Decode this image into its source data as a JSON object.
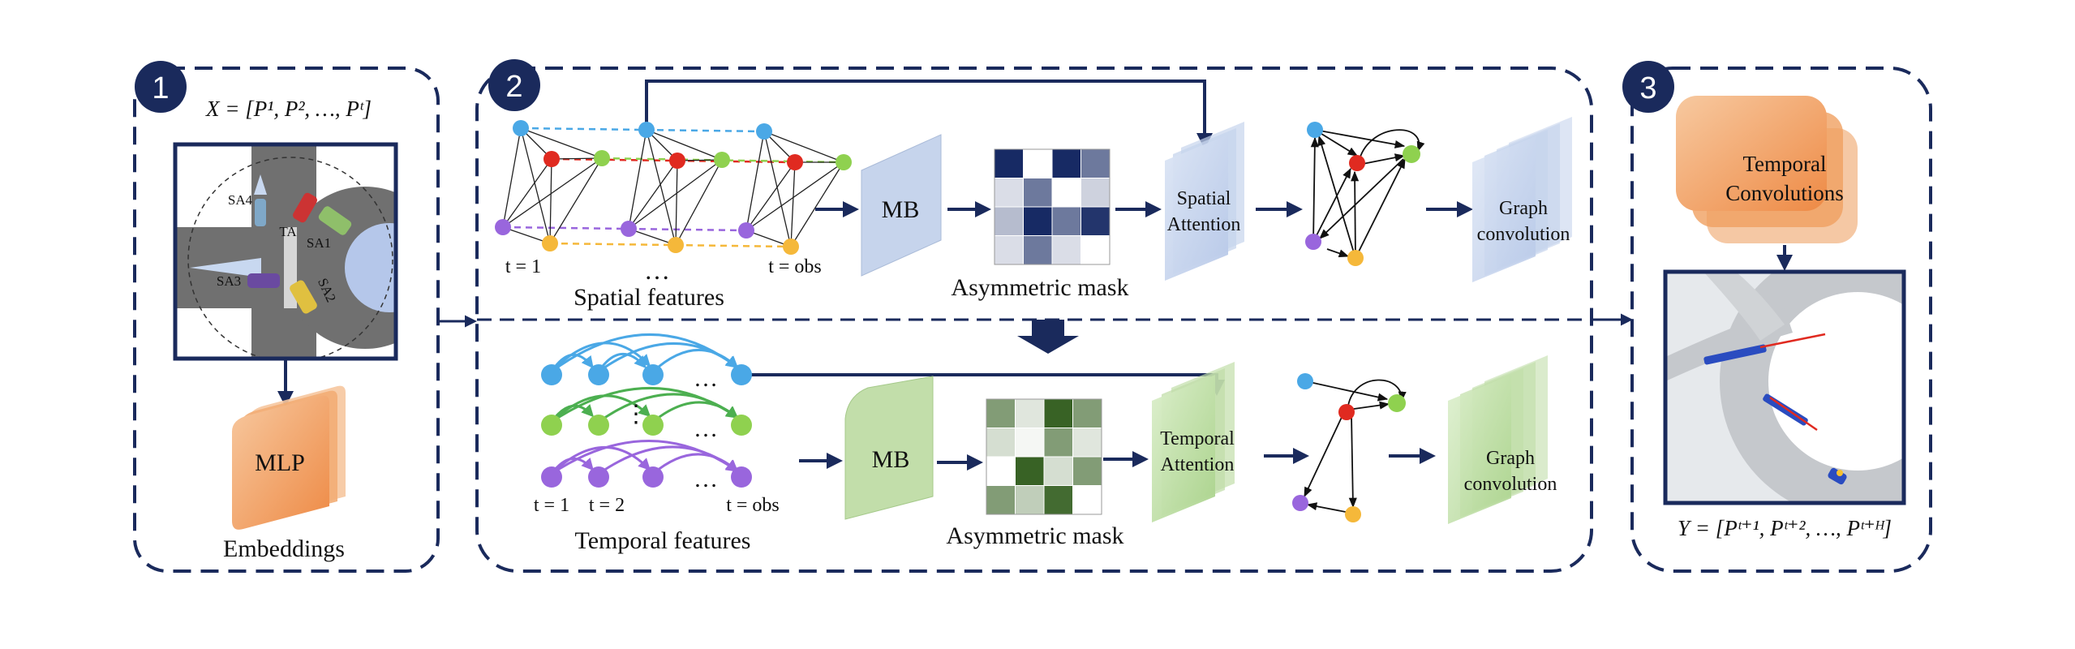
{
  "colors": {
    "navy": "#1a2a5c",
    "node_blue": "#4aa8e6",
    "node_red": "#e02a20",
    "node_green": "#8fd14f",
    "node_purple": "#9966dd",
    "node_yellow": "#f5b83a",
    "orange": "#f0a060",
    "spatial_layer": "#c6d4ec",
    "temporal_layer": "#c2deaa"
  },
  "panel1": {
    "badge": "1",
    "formula": "X = [P¹, P², …, Pᵗ]",
    "scene": {
      "agents": [
        "SA4",
        "TA",
        "SA1",
        "SA3",
        "SA2"
      ]
    },
    "mlp_label": "MLP",
    "caption": "Embeddings"
  },
  "panel2": {
    "badge": "2",
    "spatial": {
      "t_first": "t = 1",
      "dots": "…",
      "t_last": "t = obs",
      "caption": "Spatial features",
      "mb_label": "MB",
      "mask_caption": "Asymmetric mask",
      "mask_cells": [
        [
          0.95,
          0.0,
          0.95,
          0.6
        ],
        [
          0.15,
          0.6,
          0.0,
          0.2
        ],
        [
          0.3,
          0.95,
          0.6,
          0.9
        ],
        [
          0.15,
          0.6,
          0.15,
          0.0
        ]
      ],
      "attention_label": [
        "Spatial",
        "Attention"
      ],
      "conv_label": [
        "Graph",
        "convolution"
      ]
    },
    "temporal": {
      "t_first": "t = 1",
      "t_second": "t = 2",
      "dots": "…",
      "vdots": "⋮",
      "t_last": "t = obs",
      "caption": "Temporal features",
      "mb_label": "MB",
      "mask_caption": "Asymmetric mask",
      "mask_cells": [
        [
          0.6,
          0.15,
          0.95,
          0.6
        ],
        [
          0.2,
          0.05,
          0.6,
          0.15
        ],
        [
          0.0,
          0.95,
          0.2,
          0.6
        ],
        [
          0.6,
          0.3,
          0.9,
          0.0
        ]
      ],
      "attention_label": [
        "Temporal",
        "Attention"
      ],
      "conv_label": [
        "Graph",
        "convolution"
      ]
    }
  },
  "panel3": {
    "badge": "3",
    "tc_label": [
      "Temporal",
      "Convolutions"
    ],
    "formula": "Y = [Pᵗ⁺¹, Pᵗ⁺², …, Pᵗ⁺ᴴ]"
  }
}
